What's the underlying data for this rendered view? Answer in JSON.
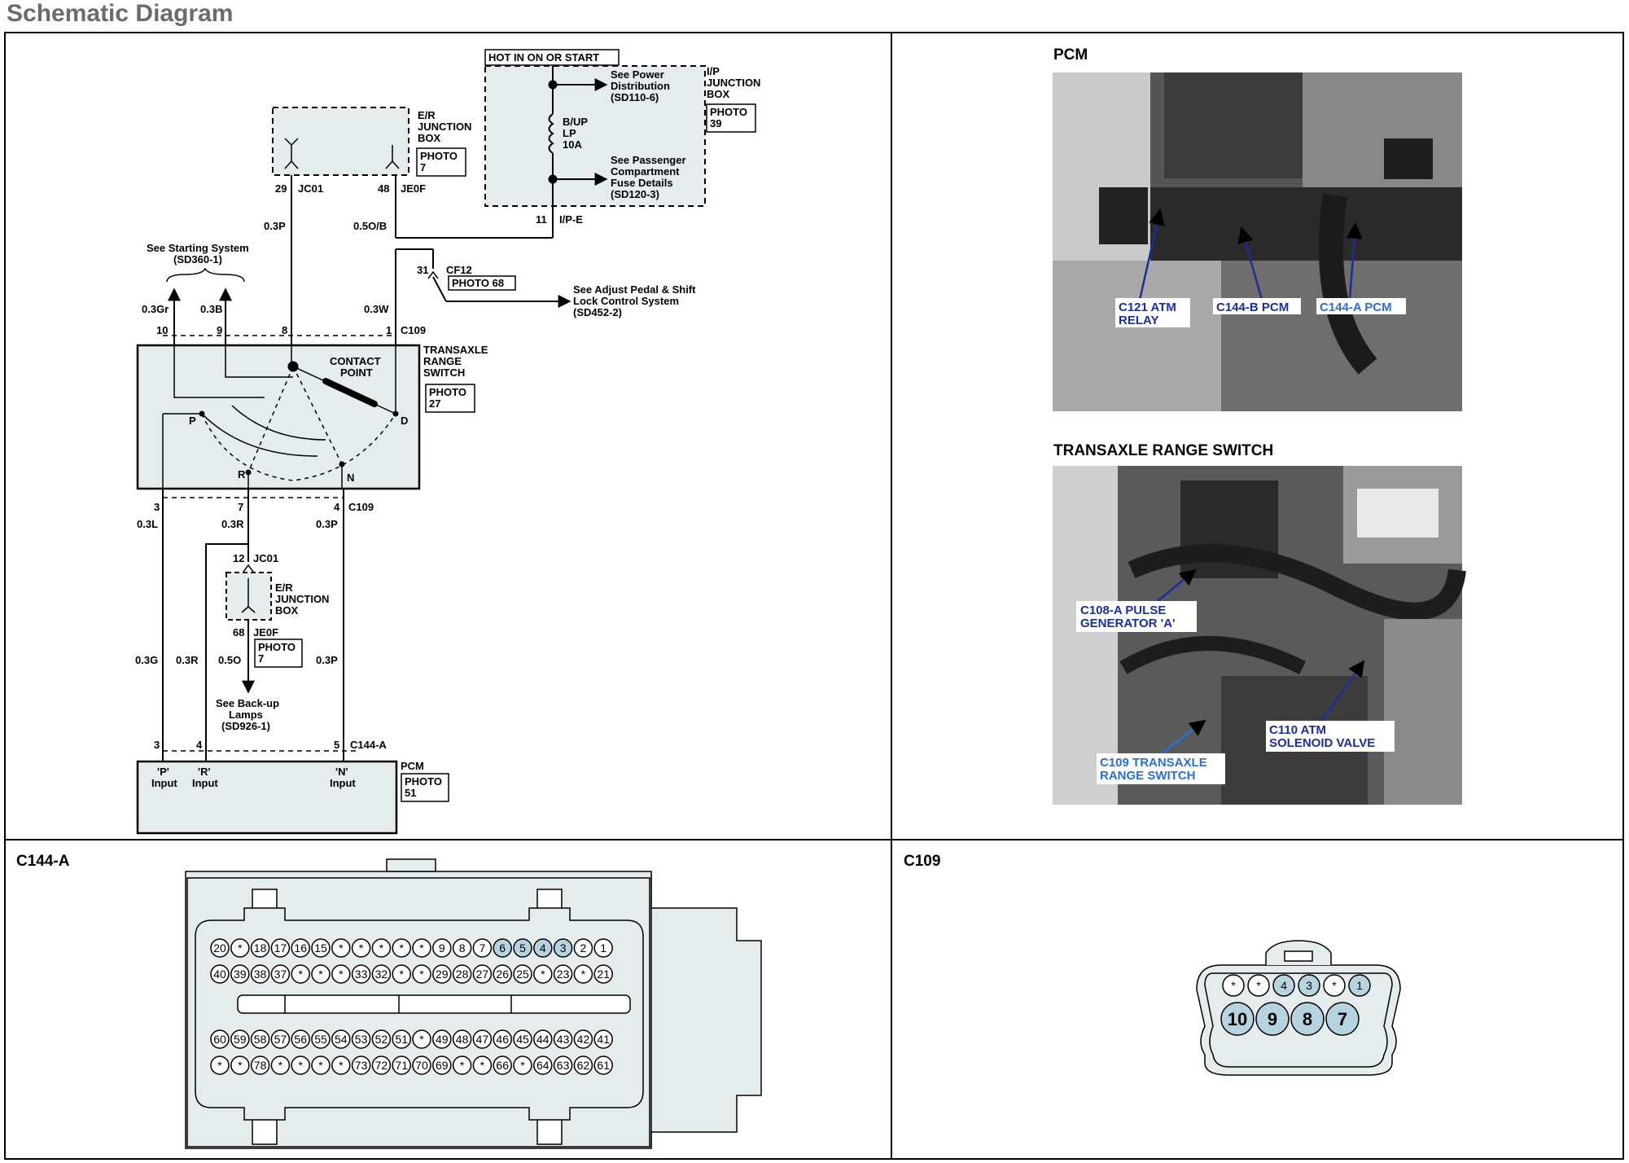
{
  "page_title": "Schematic Diagram",
  "schematic": {
    "hot_label": "HOT IN ON OR START",
    "ip_box": [
      "I/P",
      "JUNCTION",
      "BOX"
    ],
    "ip_photo": [
      "PHOTO",
      "39"
    ],
    "see_power": [
      "See Power",
      "Distribution",
      "(SD110-6)"
    ],
    "fuse": [
      "B/UP",
      "LP",
      "10A"
    ],
    "see_passenger": [
      "See Passenger",
      "Compartment",
      "Fuse Details",
      "(SD120-3)"
    ],
    "ipe_pin": "11",
    "ipe_label": "I/P-E",
    "er_box": [
      "E/R",
      "JUNCTION",
      "BOX"
    ],
    "er_photo": [
      "PHOTO",
      "7"
    ],
    "pin29": "29",
    "jc01_top": "JC01",
    "pin48": "48",
    "je0f_top": "JE0F",
    "w_03p_top": "0.3P",
    "w_05ob": "0.5O/B",
    "see_starting": [
      "See Starting System",
      "(SD360-1)"
    ],
    "pin31": "31",
    "cf12": "CF12",
    "cf_photo": "PHOTO 68",
    "see_adjust": [
      "See Adjust Pedal & Shift",
      "Lock Control System",
      "(SD452-2)"
    ],
    "w_03gr": "0.3Gr",
    "w_03b": "0.3B",
    "w_03w": "0.3W",
    "pin10": "10",
    "pin9": "9",
    "pin8": "8",
    "pin1": "1",
    "c109_top": "C109",
    "trs_label": [
      "TRANSAXLE",
      "RANGE",
      "SWITCH"
    ],
    "trs_photo": [
      "PHOTO",
      "27"
    ],
    "contact_point": [
      "CONTACT",
      "POINT"
    ],
    "pos_p": "P",
    "pos_r": "R",
    "pos_n": "N",
    "pos_d": "D",
    "pin3": "3",
    "pin7": "7",
    "pin4": "4",
    "c109_bot": "C109",
    "w_03l": "0.3L",
    "w_03r_top": "0.3R",
    "w_03p_mid": "0.3P",
    "pin12": "12",
    "jc01_mid": "JC01",
    "er_box2": [
      "E/R",
      "JUNCTION",
      "BOX"
    ],
    "pin68": "68",
    "je0f_mid": "JE0F",
    "er_photo2": [
      "PHOTO",
      "7"
    ],
    "w_03g": "0.3G",
    "w_03r_low": "0.3R",
    "w_05o": "0.5O",
    "w_03p_low": "0.3P",
    "see_backup": [
      "See Back-up",
      "Lamps",
      "(SD926-1)"
    ],
    "pcm_pin3": "3",
    "pcm_pin4": "4",
    "pcm_pin5": "5",
    "c144a": "C144-A",
    "inp_p": [
      "'P'",
      "Input"
    ],
    "inp_r": [
      "'R'",
      "Input"
    ],
    "inp_n": [
      "'N'",
      "Input"
    ],
    "pcm_label": "PCM",
    "pcm_photo": [
      "PHOTO",
      "51"
    ]
  },
  "photo_pcm": {
    "title": "PCM",
    "callouts": [
      [
        "C121 ATM",
        "RELAY"
      ],
      [
        "C144-B PCM"
      ],
      [
        "C144-A PCM"
      ]
    ]
  },
  "photo_trs": {
    "title": "TRANSAXLE RANGE SWITCH",
    "callouts": [
      [
        "C108-A PULSE",
        "GENERATOR 'A'"
      ],
      [
        "C110 ATM",
        "SOLENOID VALVE"
      ],
      [
        "C109 TRANSAXLE",
        "RANGE SWITCH"
      ]
    ]
  },
  "connector_c144a": {
    "title": "C144-A",
    "row1": [
      "20",
      "*",
      "18",
      "17",
      "16",
      "15",
      "*",
      "*",
      "*",
      "*",
      "*",
      "9",
      "8",
      "7",
      "6",
      "5",
      "4",
      "3",
      "2",
      "1"
    ],
    "row2": [
      "40",
      "39",
      "38",
      "37",
      "*",
      "*",
      "*",
      "33",
      "32",
      "*",
      "*",
      "29",
      "28",
      "27",
      "26",
      "25",
      "*",
      "23",
      "*",
      "21"
    ],
    "row3": [
      "60",
      "59",
      "58",
      "57",
      "56",
      "55",
      "54",
      "53",
      "52",
      "51",
      "*",
      "49",
      "48",
      "47",
      "46",
      "45",
      "44",
      "43",
      "42",
      "41"
    ],
    "row4": [
      "*",
      "*",
      "78",
      "*",
      "*",
      "*",
      "*",
      "73",
      "72",
      "71",
      "70",
      "69",
      "*",
      "*",
      "66",
      "*",
      "64",
      "63",
      "62",
      "61"
    ],
    "highlight_pins": [
      "6",
      "5",
      "4",
      "3"
    ]
  },
  "connector_c109": {
    "title": "C109",
    "top_row": [
      "*",
      "*",
      "4",
      "3",
      "*",
      "1"
    ],
    "bottom_row": [
      "10",
      "9",
      "8",
      "7"
    ],
    "highlight_pins": [
      "4",
      "3",
      "1",
      "10",
      "9",
      "8",
      "7"
    ]
  },
  "colors": {
    "box_fill": "#e6ebec",
    "pin_fill": "#b6d4e0",
    "callout_dark": "#1b2f9a",
    "callout_light": "#2a6fd6"
  }
}
